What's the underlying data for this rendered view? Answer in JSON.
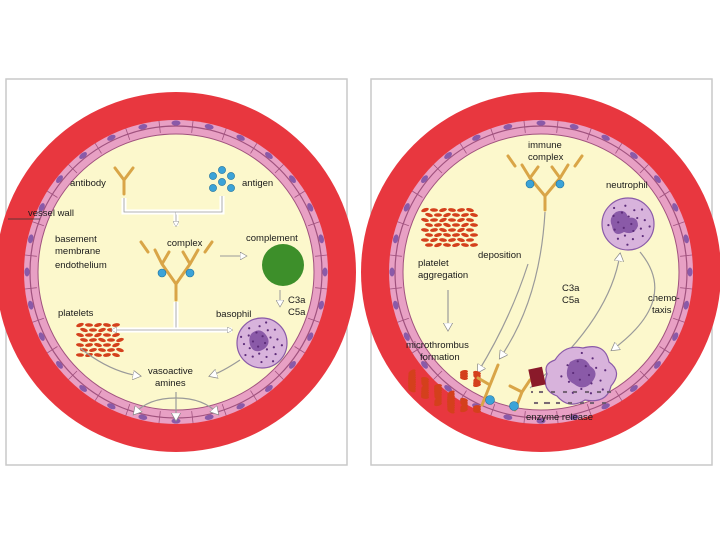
{
  "left_panel": {
    "labels": {
      "antibody": "antibody",
      "antigen": "antigen",
      "vessel_wall": "vessel wall",
      "basement": "basement",
      "membrane": "membrane",
      "endothelium": "endothelium",
      "complex": "complex",
      "complement": "complement",
      "platelets": "platelets",
      "basophil": "basophil",
      "c3a": "C3a",
      "c5a": "C5a",
      "vasoactive": "vasoactive",
      "amines": "amines"
    }
  },
  "right_panel": {
    "labels": {
      "immune": "immune",
      "complex": "complex",
      "neutrophil": "neutrophil",
      "deposition": "deposition",
      "platelet": "platelet",
      "aggregation": "aggregation",
      "c3a": "C3a",
      "c5a": "C5a",
      "chemo": "chemo-",
      "taxis": "taxis",
      "microthrombus": "microthrombus",
      "formation": "formation",
      "enzyme_release": "enzyme release"
    }
  },
  "colors": {
    "vessel_wall": "#e8373f",
    "membrane": "#e8a0c4",
    "lumen": "#fcf8cc",
    "antibody": "#d9a547",
    "antigen": "#3ba3d8",
    "complement": "#3d8f2a",
    "platelets": "#d4401c",
    "cell": "#d8b3dc",
    "nucleus": "#8a5aa8"
  }
}
